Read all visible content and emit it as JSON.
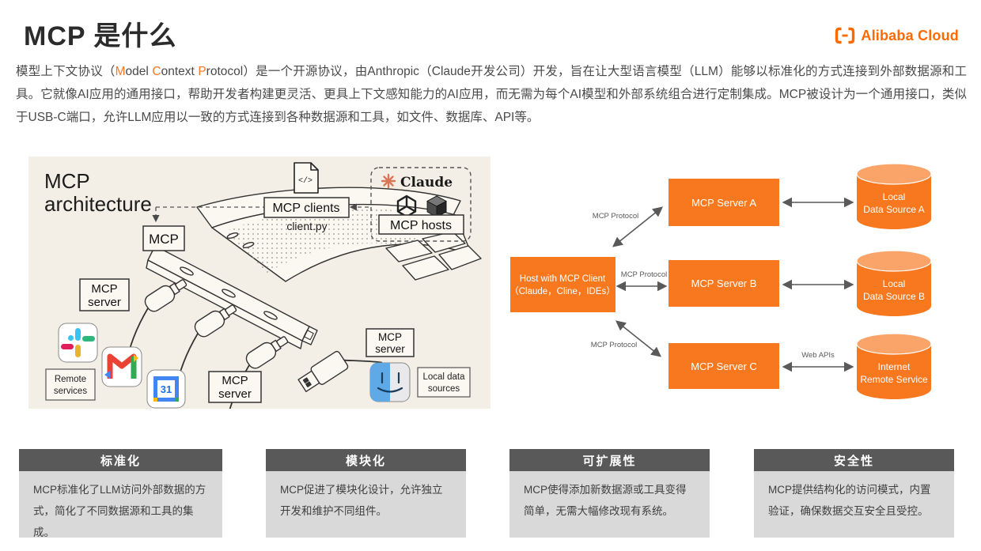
{
  "slide": {
    "title": "MCP 是什么"
  },
  "logo": {
    "text": "Alibaba Cloud"
  },
  "intro": {
    "segments": [
      {
        "text": "模型上下文协议（",
        "highlight": false
      },
      {
        "text": "M",
        "highlight": true
      },
      {
        "text": "odel ",
        "highlight": false
      },
      {
        "text": "C",
        "highlight": true
      },
      {
        "text": "ontext ",
        "highlight": false
      },
      {
        "text": "P",
        "highlight": true
      },
      {
        "text": "rotocol）是一个开源协议，由Anthropic（Claude开发公司）开发，旨在让大型语言模型（LLM）能够以标准化的方式连接到外部数据源和工具。它就像AI应用的通用接口，帮助开发者构建更灵活、更具上下文感知能力的AI应用，而无需为每个AI模型和外部系统组合进行定制集成。MCP被设计为一个通用接口，类似于USB-C端口，允许LLM应用以一致的方式连接到各种数据源和工具，如文件、数据库、API等。",
        "highlight": false
      }
    ]
  },
  "architecture": {
    "title": [
      "MCP",
      "architecture"
    ],
    "mcp_box": "MCP",
    "clients_box": "MCP clients",
    "clients_file": "client.py",
    "code_glyph": "</>",
    "claude_label": "Claude",
    "hosts_box": "MCP hosts",
    "server_word1": "MCP",
    "server_word2": "server",
    "remote_services": [
      "Remote",
      "services"
    ],
    "local_data": [
      "Local data",
      "sources"
    ],
    "calendar_day": "31"
  },
  "flow": {
    "host": [
      "Host with MCP Client",
      "（Claude，Cline，IDEs）"
    ],
    "servers": [
      "MCP Server A",
      "MCP Server B",
      "MCP Server C"
    ],
    "datasources": [
      [
        "Local",
        "Data Source A"
      ],
      [
        "Local",
        "Data Source B"
      ],
      [
        "Internet",
        "Remote Service"
      ]
    ],
    "protocol_label": "MCP Protocol",
    "web_apis_label": "Web APIs"
  },
  "features": [
    {
      "title": "标准化",
      "body": "MCP标准化了LLM访问外部数据的方式，简化了不同数据源和工具的集成。"
    },
    {
      "title": "模块化",
      "body": "MCP促进了模块化设计，允许独立开发和维护不同组件。"
    },
    {
      "title": "可扩展性",
      "body": "MCP使得添加新数据源或工具变得简单，无需大幅修改现有系统。"
    },
    {
      "title": "安全性",
      "body": "MCP提供结构化的访问模式，内置验证，确保数据交互安全且受控。"
    }
  ],
  "colors": {
    "accent_orange": "#FF6A00",
    "diagram_orange": "#F8781F",
    "cylinder_top": "#FBA469",
    "arrow_gray": "#595959",
    "card_header_gray": "#595959",
    "card_body_gray": "#D9D9D9",
    "panel_beige": "#F4EFE6",
    "claude_star": "#D97757"
  }
}
